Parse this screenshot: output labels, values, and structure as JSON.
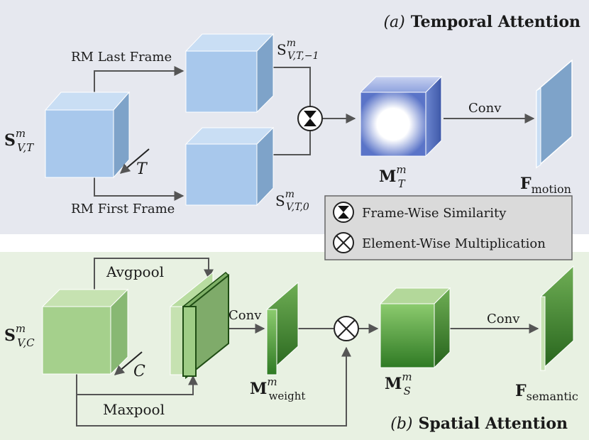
{
  "panels": {
    "temporal": {
      "prefix": "(a)",
      "title": "Temporal Attention"
    },
    "spatial": {
      "prefix": "(b)",
      "title": "Spatial Attention"
    }
  },
  "temporal": {
    "input": {
      "base": "S",
      "sup": "m",
      "sub": "V,T"
    },
    "axis_label": "T",
    "branch_top": "RM Last Frame",
    "branch_bottom": "RM First Frame",
    "out_top": {
      "base": "S",
      "sup": "m",
      "sub": "V,T,−1"
    },
    "out_bottom": {
      "base": "S",
      "sup": "m",
      "sub": "V,T,0"
    },
    "map": {
      "base": "M",
      "sup": "m",
      "sub": "T"
    },
    "conv": "Conv",
    "feature": {
      "base": "F",
      "sub": "motion"
    }
  },
  "legend": {
    "similarity": "Frame-Wise Similarity",
    "multiplication": "Element-Wise Multiplication"
  },
  "spatial": {
    "input": {
      "base": "S",
      "sup": "m",
      "sub": "V,C"
    },
    "axis_label": "C",
    "avgpool": "Avgpool",
    "maxpool": "Maxpool",
    "conv1": "Conv",
    "weight": {
      "base": "M",
      "sup": "m",
      "sub": "weight"
    },
    "map": {
      "base": "M",
      "sup": "m",
      "sub": "S"
    },
    "conv2": "Conv",
    "feature": {
      "base": "F",
      "sub": "semantic"
    }
  },
  "colors": {
    "temporal_bg": "#e6e8ef",
    "spatial_bg": "#e8f1e2",
    "blue_front": "#a8c8ec",
    "blue_top": "#c9def4",
    "blue_side": "#7ea3c9",
    "green_front": "#a5d08c",
    "green_top": "#c6e2b1",
    "green_side": "#88b873",
    "dark_green": "#4f8f3a"
  }
}
